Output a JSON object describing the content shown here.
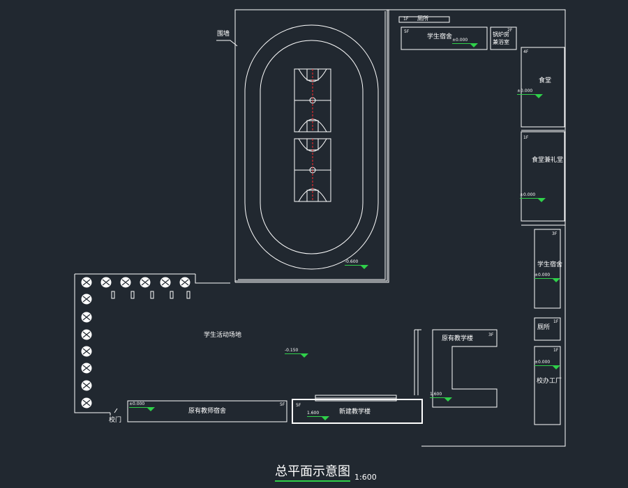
{
  "labels": {
    "wall": "围墙",
    "toilet": "厕所",
    "student_dorm_north": "学生宿舍",
    "boiler_room": "锅炉房\n兼浴室",
    "dining_hall": "食堂",
    "canteen_auditorium": "食堂兼礼堂",
    "student_dorm_east": "学生宿舍",
    "hall": "厕所",
    "school_factory": "校办工厂",
    "existing_teaching": "原有教学楼",
    "activity_yard": "学生活动场地",
    "existing_staff_dorm": "原有教师宿舍",
    "new_teaching": "新建教学楼",
    "gate": "校门"
  },
  "floors": {
    "toilet": "1F",
    "student_dorm_north": "5F",
    "boiler_room": "2F",
    "dining_hall": "4F",
    "canteen_auditorium": "1F",
    "student_dorm_east": "3F",
    "hall": "1F",
    "school_factory": "1F",
    "existing_teaching": "3F",
    "existing_staff_dorm": "5F",
    "new_teaching": "5F"
  },
  "elevations": {
    "student_dorm_north": "±0.000",
    "dining_hall": "±0.000",
    "canteen_auditorium": "±0.000",
    "student_dorm_east": "±0.000",
    "school_factory": "±0.000",
    "sports_field": "-0.600",
    "activity_yard": "-0.150",
    "existing_teaching": "1.600",
    "existing_staff_dorm": "±0.000",
    "new_teaching": "1.600"
  },
  "title": "总平面示意图",
  "scale": "1:600",
  "colors": {
    "background": "#212830",
    "linework": "#ffffff",
    "elevation_marker": "#2fd14a",
    "court_centerline": "#ff2a2a"
  }
}
